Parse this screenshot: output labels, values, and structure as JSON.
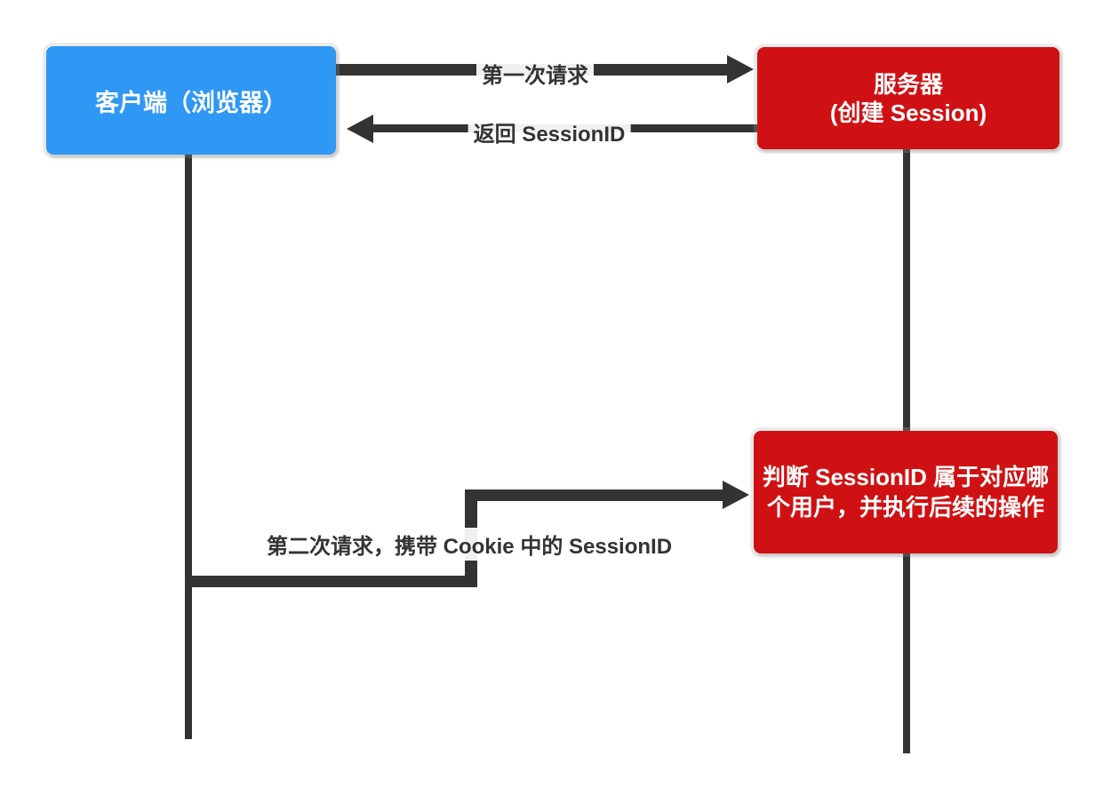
{
  "diagram": {
    "nodes": {
      "client": {
        "label": "客户端（浏览器）"
      },
      "server": {
        "label": "服务器\n(创建 Session)"
      },
      "server_process": {
        "label": "判断 SessionID 属于对应哪个用户，并执行后续的操作"
      }
    },
    "edges": {
      "first_request": {
        "label": "第一次请求",
        "from": "client",
        "to": "server",
        "direction": "right"
      },
      "return_sessionid": {
        "label": "返回 SessionID",
        "from": "server",
        "to": "client",
        "direction": "left"
      },
      "second_request": {
        "label": "第二次请求，携带 Cookie 中的 SessionID",
        "from": "client",
        "to": "server_process",
        "direction": "right"
      }
    },
    "colors": {
      "client_node": "#2F97F4",
      "server_node": "#D01114",
      "line": "#333333",
      "node_text": "#FFFFFF",
      "label_text": "#333333",
      "background": "#FFFFFF"
    }
  }
}
